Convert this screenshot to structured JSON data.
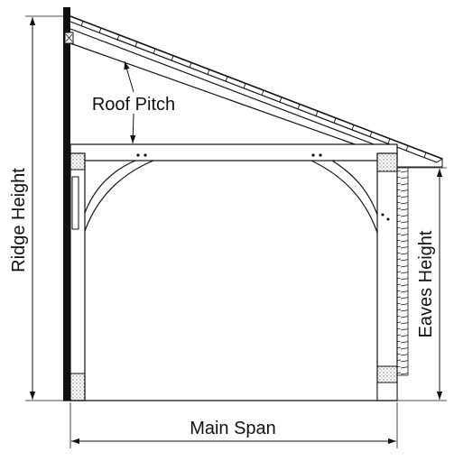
{
  "diagram": {
    "labels": {
      "ridge_height": "Ridge Height",
      "roof_pitch": "Roof Pitch",
      "eaves_height": "Eaves Height",
      "main_span": "Main Span"
    },
    "colors": {
      "line": "#111111",
      "background": "#ffffff",
      "wall": "#111111"
    }
  }
}
